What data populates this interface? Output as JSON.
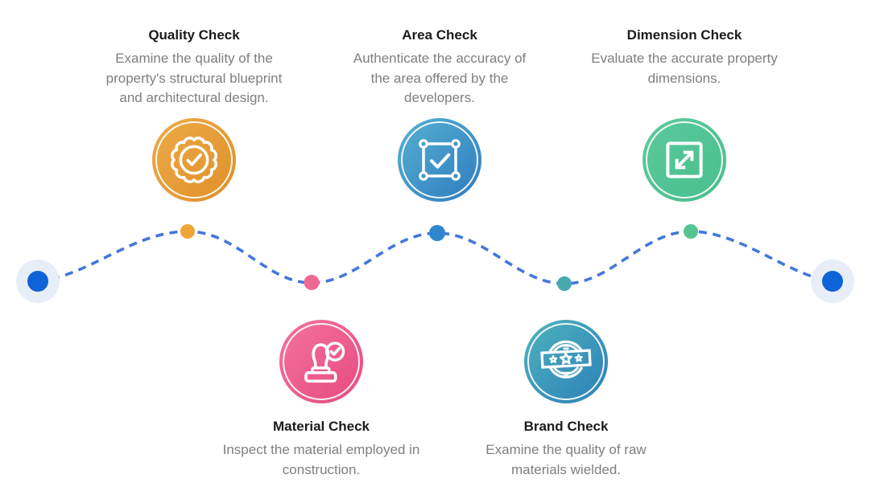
{
  "figure": {
    "type": "property-check-process-timeline",
    "background_color": "#ffffff",
    "title_color": "#1b1b1b",
    "description_color": "#7f7f7f"
  },
  "timeline": {
    "line_color": "#4277DB",
    "line_style": "dashed",
    "terminal_dot_color": "#0E63D8",
    "terminal_halo_color": "#E8EEF8"
  },
  "steps": [
    {
      "title": "Quality Check",
      "description": "Examine the quality of the property's structural blueprint and architectural design.",
      "icon": "certificate-seal-check-icon",
      "row": "top",
      "color_from": "#EDAB49",
      "color_to": "#DF8F28",
      "dot_color": "#F0A437"
    },
    {
      "title": "Area Check",
      "description": "Authenticate the accuracy of the area offered by the developers.",
      "icon": "area-square-check-icon",
      "row": "top",
      "color_from": "#56B1D1",
      "color_to": "#2E7BC0",
      "dot_color": "#2E86CC"
    },
    {
      "title": "Dimension Check",
      "description": "Evaluate the accurate property dimensions.",
      "icon": "dimension-resize-arrow-icon",
      "row": "top",
      "color_from": "#5BCA9C",
      "color_to": "#49BE8C",
      "dot_color": "#53C492"
    },
    {
      "title": "Material Check",
      "description": "Inspect the material employed in construction.",
      "icon": "stamp-check-icon",
      "row": "bottom",
      "color_from": "#F2729F",
      "color_to": "#E84A7E",
      "dot_color": "#EE6A90"
    },
    {
      "title": "Brand Check",
      "description": "Examine the quality of raw materials wielded.",
      "icon": "brand-badge-stars-icon",
      "row": "bottom",
      "color_from": "#4FB3BE",
      "color_to": "#2B7FB8",
      "dot_color": "#45A9AE"
    }
  ]
}
